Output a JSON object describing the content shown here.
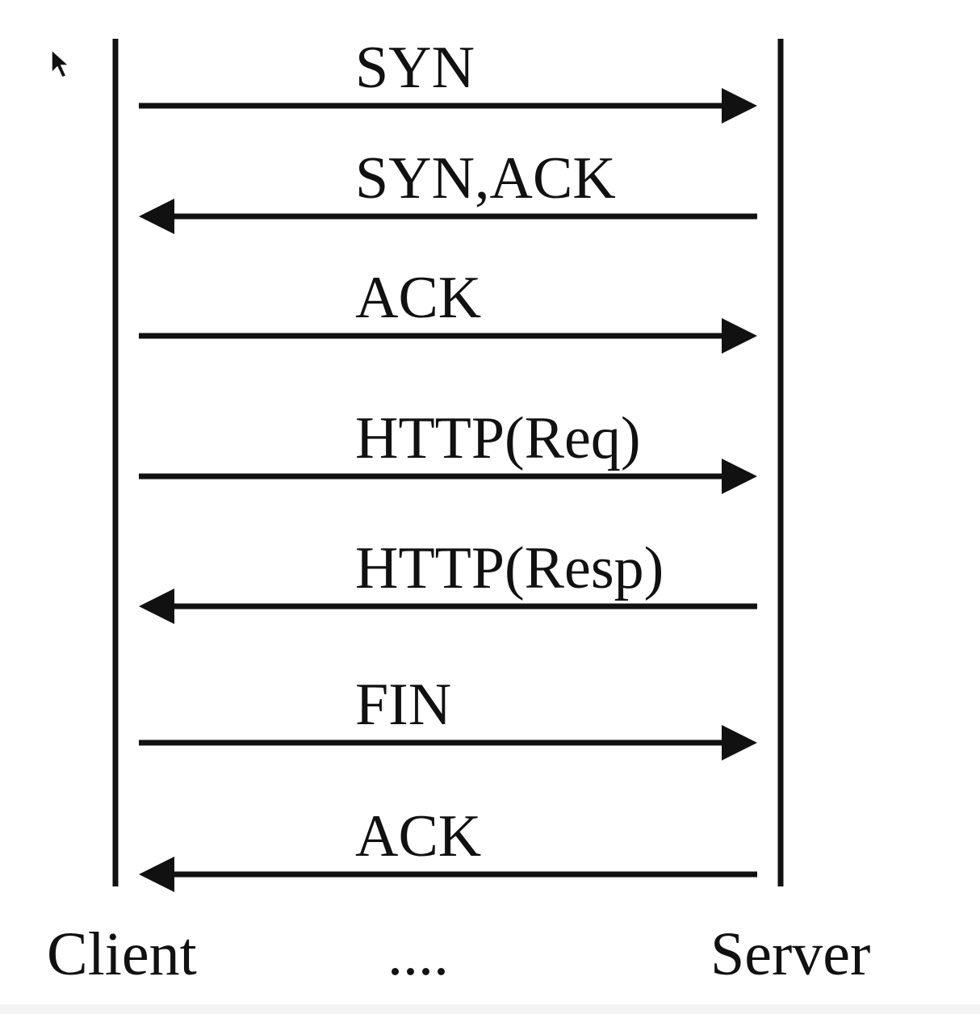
{
  "participants": {
    "client": "Client",
    "server": "Server"
  },
  "messages": [
    {
      "label": "SYN",
      "direction": "to-server"
    },
    {
      "label": "SYN,ACK",
      "direction": "to-client"
    },
    {
      "label": "ACK",
      "direction": "to-server"
    },
    {
      "label": "HTTP(Req)",
      "direction": "to-server"
    },
    {
      "label": "HTTP(Resp)",
      "direction": "to-client"
    },
    {
      "label": "FIN",
      "direction": "to-server"
    },
    {
      "label": "ACK",
      "direction": "to-client"
    }
  ],
  "ellipsis": "....",
  "icons": {
    "cursor": "mouse-pointer-icon"
  },
  "colors": {
    "ink": "#111111",
    "background": "#ffffff"
  }
}
